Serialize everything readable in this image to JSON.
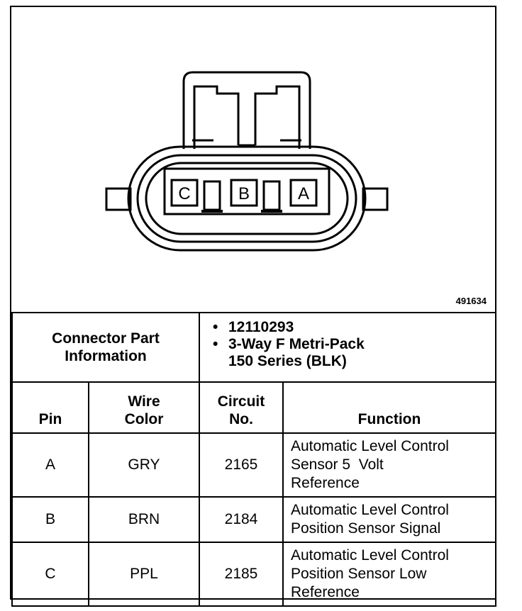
{
  "diagram": {
    "figure_id": "491634",
    "pin_letters": [
      "C",
      "B",
      "A"
    ]
  },
  "connector_info": {
    "label_line1": "Connector Part",
    "label_line2": "Information",
    "items": [
      "12110293",
      "3-Way F Metri-Pack",
      "150 Series (BLK)"
    ]
  },
  "table": {
    "headers": {
      "pin": "Pin",
      "wire_color_line1": "Wire",
      "wire_color_line2": "Color",
      "circuit_line1": "Circuit",
      "circuit_line2": "No.",
      "function": "Function"
    },
    "rows": [
      {
        "pin": "A",
        "wire_color": "GRY",
        "circuit": "2165",
        "function_lines": [
          "Automatic Level Control",
          "Sensor 5  Volt",
          "Reference"
        ]
      },
      {
        "pin": "B",
        "wire_color": "BRN",
        "circuit": "2184",
        "function_lines": [
          "Automatic Level Control",
          "Position Sensor Signal"
        ]
      },
      {
        "pin": "C",
        "wire_color": "PPL",
        "circuit": "2185",
        "function_lines": [
          "Automatic Level Control",
          "Position Sensor Low",
          "Reference"
        ]
      }
    ]
  }
}
